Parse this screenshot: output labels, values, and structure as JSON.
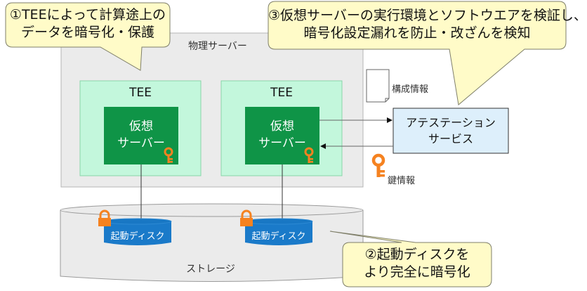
{
  "diagram": {
    "colors": {
      "callout_fill": "#fffbc8",
      "callout_stroke": "#7f7f6a",
      "physical_server_fill": "#ebebeb",
      "tee_fill": "#c3f7dc",
      "tee_stroke": "#88d6a8",
      "virtual_server_fill": "#0f9447",
      "key_color": "#f58220",
      "disk_fill": "#1a7ac9",
      "attestation_fill": "#ddeffb",
      "storage_fill": "#ebebeb"
    },
    "callouts": [
      {
        "id": "callout-1",
        "lines": [
          "①TEEによって計算途上の",
          "データを暗号化・保護"
        ]
      },
      {
        "id": "callout-2",
        "lines": [
          "②起動ディスクを",
          "より完全に暗号化"
        ]
      },
      {
        "id": "callout-3",
        "lines": [
          "③仮想サーバーの実行環境とソフトウエアを検証し、",
          "暗号化設定漏れを防止・改ざんを検知"
        ]
      }
    ],
    "physical_server": {
      "label": "物理サーバー"
    },
    "tees": [
      {
        "label": "TEE",
        "virtual_server": {
          "lines": [
            "仮想",
            "サーバー"
          ],
          "icon": "key-icon"
        }
      },
      {
        "label": "TEE",
        "virtual_server": {
          "lines": [
            "仮想",
            "サーバー"
          ],
          "icon": "key-icon"
        }
      }
    ],
    "config_info": {
      "label": "構成情報",
      "icon": "document-icon"
    },
    "key_info": {
      "label": "鍵情報",
      "icon": "key-icon"
    },
    "attestation_service": {
      "lines": [
        "アテステーション",
        "サービス"
      ]
    },
    "storage": {
      "label": "ストレージ",
      "disks": [
        {
          "label": "起動ディスク",
          "icon": "lock-icon"
        },
        {
          "label": "起動ディスク",
          "icon": "lock-icon"
        }
      ]
    }
  }
}
